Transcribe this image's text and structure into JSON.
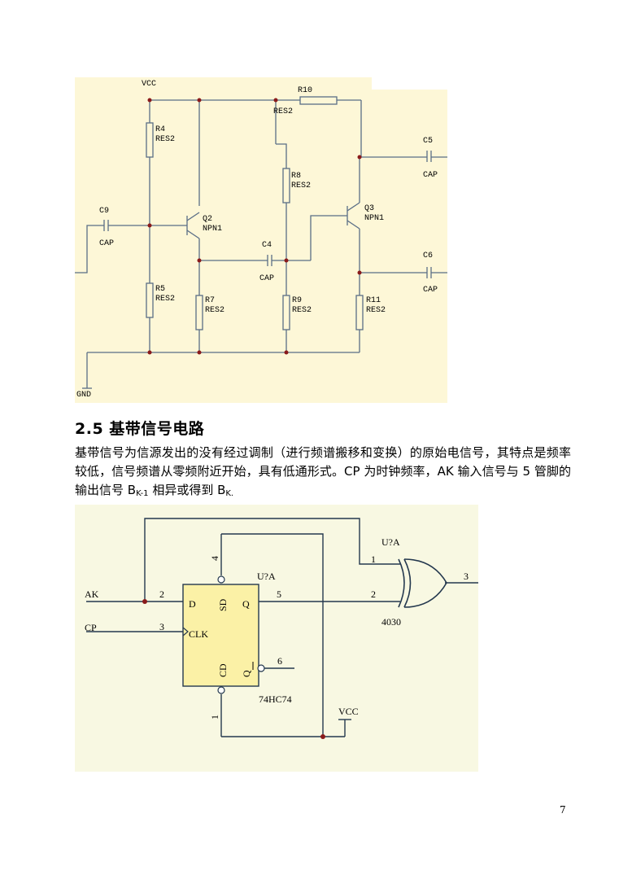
{
  "figure1": {
    "vcc": "VCC",
    "gnd": "GND",
    "r10": "R10",
    "r10_type": "RES2",
    "r4": "R4",
    "r4_type": "RES2",
    "r5": "R5",
    "r5_type": "RES2",
    "r7": "R7",
    "r7_type": "RES2",
    "r8": "R8",
    "r8_type": "RES2",
    "r9": "R9",
    "r9_type": "RES2",
    "r11": "R11",
    "r11_type": "RES2",
    "c9": "C9",
    "c9_type": "CAP",
    "c4": "C4",
    "c4_type": "CAP",
    "c5": "C5",
    "c5_type": "CAP",
    "c6": "C6",
    "c6_type": "CAP",
    "q2": "Q2",
    "q2_type": "NPN1",
    "q3": "Q3",
    "q3_type": "NPN1"
  },
  "section": {
    "heading": "2.5 基带信号电路",
    "para_part1": "基带信号为信源发出的没有经过调制（进行频谱搬移和变换）的原始电信号，其特点是频率较低，信号频谱从零频附近开始，具有低通形式。CP 为时钟频率，AK 输入信号与 5 管脚的输出信号 B",
    "sub1": "K-1",
    "para_part2": " 相异或得到 B",
    "sub2": "K."
  },
  "figure2": {
    "ak": "AK",
    "cp": "CP",
    "pin2": "2",
    "pin3": "3",
    "pin4": "4",
    "pin5": "5",
    "pin6": "6",
    "pin1": "1",
    "d": "D",
    "sd": "SD",
    "q": "Q",
    "clk": "CLK",
    "cd": "CD",
    "qbar": "Q",
    "chip": "74HC74",
    "ref": "U?A",
    "xor_ref": "U?A",
    "xor_pin1": "1",
    "xor_pin2": "2",
    "xor_pin3": "3",
    "xor_chip": "4030",
    "vcc": "VCC"
  },
  "page_number": "7"
}
